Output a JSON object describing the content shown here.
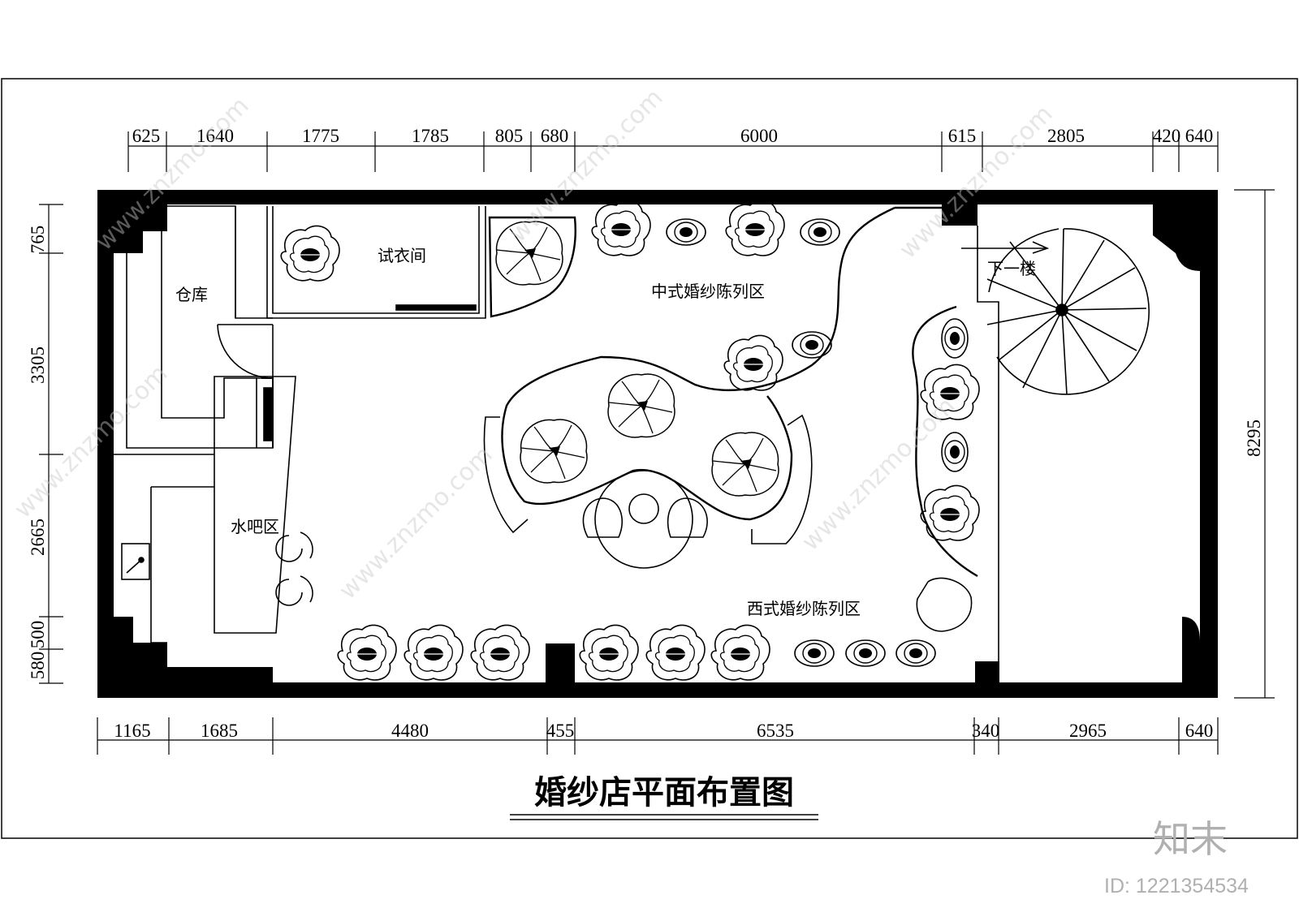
{
  "title": "婚纱店平面布置图",
  "rooms": {
    "fitting": "试衣间",
    "storage": "仓库",
    "chinese_display": "中式婚纱陈列区",
    "water_bar": "水吧区",
    "western_display": "西式婚纱陈列区",
    "downstairs": "下一楼"
  },
  "dims_top": [
    "625",
    "1640",
    "1775",
    "1785",
    "805",
    "680",
    "6000",
    "615",
    "2805",
    "420",
    "640"
  ],
  "dims_bottom": [
    "1165",
    "1685",
    "4480",
    "455",
    "6535",
    "340",
    "2965",
    "640"
  ],
  "dims_left": [
    "765",
    "3305",
    "2665",
    "500",
    "580"
  ],
  "dim_right": "8295",
  "watermark": {
    "site": "www.znzmo.com",
    "logo": "知末",
    "id": "ID: 1221354534"
  }
}
